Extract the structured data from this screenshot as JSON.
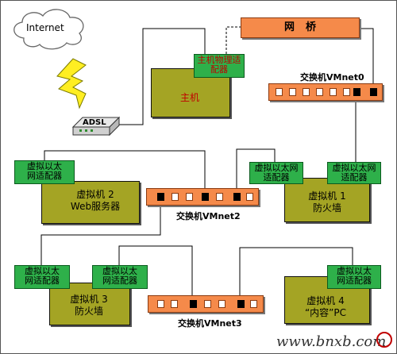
{
  "internet": {
    "label": "Internet"
  },
  "adsl": {
    "label": "ADSL"
  },
  "bridge": {
    "label": "网桥"
  },
  "host": {
    "label": "主机",
    "nic_label_line1": "主机物理适",
    "nic_label_line2": "配器"
  },
  "switches": {
    "vmnet0": {
      "label": "交换机VMnet0"
    },
    "vmnet2": {
      "label": "交换机VMnet2"
    },
    "vmnet3": {
      "label": "交换机VMnet3"
    }
  },
  "nic_label": {
    "line1": "虚拟以太",
    "line2": "网适配器",
    "alt_line1": "虚拟以太网",
    "alt_line2": "适配器"
  },
  "vm2": {
    "line1": "虚拟机 2",
    "line2": "Web服务器"
  },
  "vm1": {
    "line1": "虚拟机 1",
    "line2": "防火墙"
  },
  "vm3": {
    "line1": "虚拟机 3",
    "line2": "防火墙"
  },
  "vm4": {
    "line1": "虚拟机 4",
    "line2": "“内容”PC"
  },
  "watermark": {
    "text": "www.bnxb.com"
  },
  "colors": {
    "box": "#a4a424",
    "nic": "#2eb04a",
    "switch": "#f58a4a",
    "port_active": "#000000",
    "host_text": "#c00000"
  }
}
